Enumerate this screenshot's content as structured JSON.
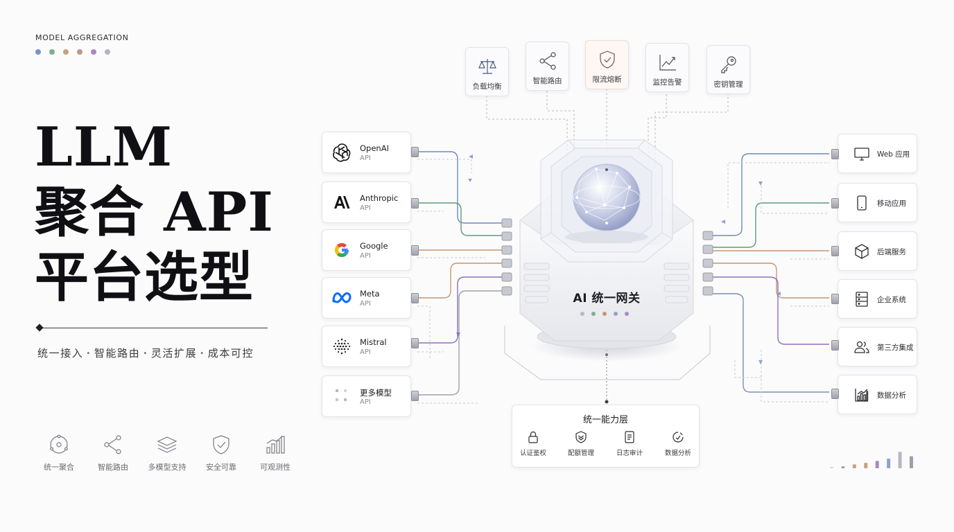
{
  "eyebrow": "MODEL AGGREGATION",
  "dot_colors": [
    "#7b93c8",
    "#7fae92",
    "#c8a27a",
    "#b49c8e",
    "#a889c4",
    "#b6b6c0"
  ],
  "title": {
    "line1": "LLM",
    "line2": "聚合 API",
    "line3": "平台选型"
  },
  "tagline": [
    "统一接入",
    "智能路由",
    "灵活扩展",
    "成本可控"
  ],
  "tagline_sep": "•",
  "features": [
    {
      "icon": "aggregate-icon",
      "label": "统一聚合"
    },
    {
      "icon": "routing-icon",
      "label": "智能路由"
    },
    {
      "icon": "layers-icon",
      "label": "多模型支持"
    },
    {
      "icon": "shield-icon",
      "label": "安全可靠"
    },
    {
      "icon": "chart-bars-icon",
      "label": "可观测性"
    }
  ],
  "top_capabilities": [
    {
      "icon": "scale-icon",
      "label": "负载均衡"
    },
    {
      "icon": "routing-icon",
      "label": "智能路由"
    },
    {
      "icon": "shield-check-icon",
      "label": "限流熔断"
    },
    {
      "icon": "line-chart-icon",
      "label": "监控告警"
    },
    {
      "icon": "key-icon",
      "label": "密钥管理"
    }
  ],
  "providers": [
    {
      "icon": "openai-logo",
      "name": "OpenAI",
      "sub": "API",
      "color": "#5d7fb8"
    },
    {
      "icon": "anthropic-logo",
      "name": "Anthropic",
      "sub": "API",
      "color": "#5f9a7a"
    },
    {
      "icon": "google-logo",
      "name": "Google",
      "sub": "API",
      "color": "#c8956c"
    },
    {
      "icon": "meta-logo",
      "name": "Meta",
      "sub": "API",
      "color": "#c8956c"
    },
    {
      "icon": "mistral-logo",
      "name": "Mistral",
      "sub": "API",
      "color": "#8f6fc0"
    },
    {
      "icon": "more-models-icon",
      "name": "更多模型",
      "sub": "API",
      "color": "#a0a0a8"
    }
  ],
  "gateway": {
    "label": "AI 统一网关",
    "dot_colors": [
      "#b8b8c2",
      "#7fae92",
      "#c8956c",
      "#8fa3cc",
      "#a889c4"
    ]
  },
  "apps": [
    {
      "icon": "monitor-icon",
      "name": "Web 应用",
      "color": "#5d7fb8"
    },
    {
      "icon": "mobile-icon",
      "name": "移动应用",
      "color": "#5f9a7a"
    },
    {
      "icon": "cube-icon",
      "name": "后端服务",
      "color": "#c8956c"
    },
    {
      "icon": "server-icon",
      "name": "企业系统",
      "color": "#c8956c"
    },
    {
      "icon": "users-icon",
      "name": "第三方集成",
      "color": "#8f6fc0"
    },
    {
      "icon": "bar-chart-icon",
      "name": "数据分析",
      "color": "#7d8fb0"
    }
  ],
  "capability_layer": {
    "title": "统一能力层",
    "items": [
      {
        "icon": "lock-icon",
        "label": "认证鉴权"
      },
      {
        "icon": "quota-icon",
        "label": "配额管理"
      },
      {
        "icon": "log-icon",
        "label": "日志审计"
      },
      {
        "icon": "analytics-icon",
        "label": "数据分析"
      }
    ]
  },
  "mini_bars": {
    "colors": [
      "#d7d7dc",
      "#7fae92",
      "#c8a27a",
      "#c8a27a",
      "#a889c4",
      "#8fa3cc",
      "#b8b8c2",
      "#9aa0ac"
    ],
    "values": [
      0.05,
      0.1,
      0.2,
      0.28,
      0.38,
      0.5,
      0.85,
      0.62
    ]
  }
}
